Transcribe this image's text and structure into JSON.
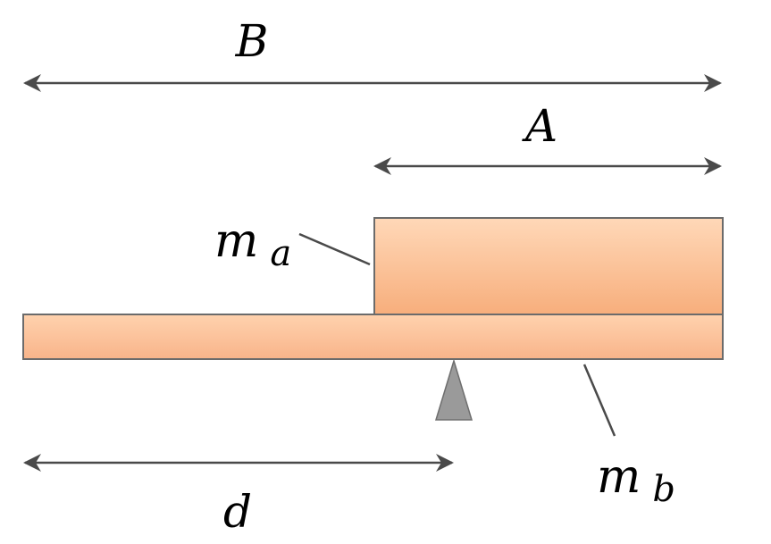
{
  "labels": {
    "B": "B",
    "A": "A",
    "d": "d",
    "ma": {
      "base": "m",
      "sub": "a"
    },
    "mb": {
      "base": "m",
      "sub": "b"
    }
  },
  "colors": {
    "plank_fill_top": "#FFD2AE",
    "plank_fill_bottom": "#F7B080",
    "plank_stroke": "#6B6B6B",
    "pivot_fill": "#9A9A9A",
    "pivot_stroke": "#6E6E6E",
    "line": "#4A4A4A"
  }
}
